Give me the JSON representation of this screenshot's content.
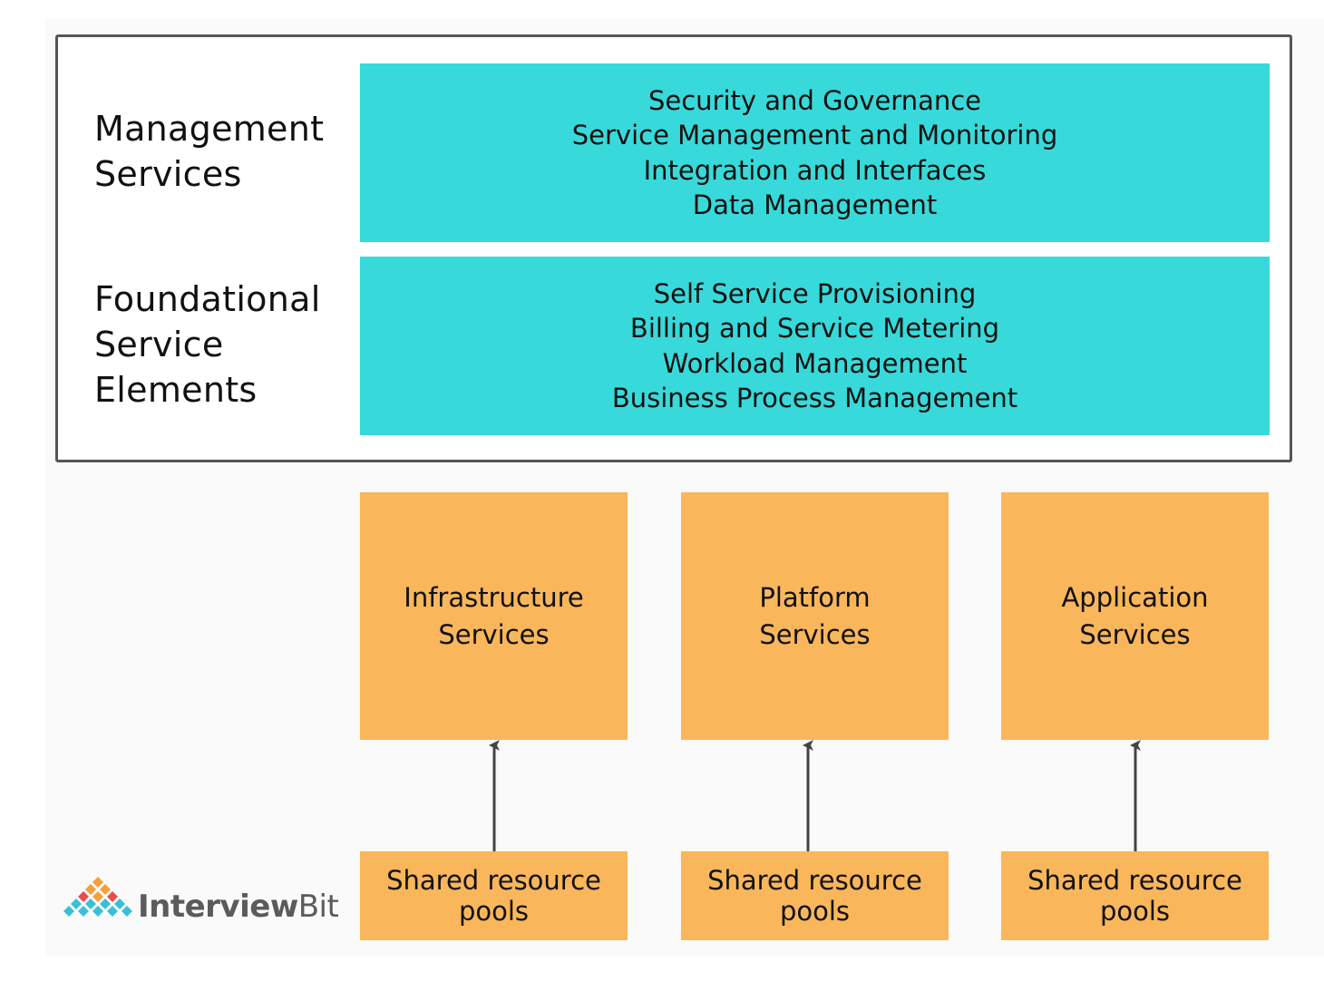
{
  "management": {
    "label": [
      "Management",
      "Services"
    ],
    "items": [
      "Security and Governance",
      "Service Management and Monitoring",
      "Integration and Interfaces",
      "Data Management"
    ]
  },
  "foundational": {
    "label": [
      "Foundational",
      "Service",
      "Elements"
    ],
    "items": [
      "Self Service Provisioning",
      "Billing and Service Metering",
      "Workload Management",
      "Business Process Management"
    ]
  },
  "services": [
    {
      "lines": [
        "Infrastructure",
        "Services"
      ],
      "pool": [
        "Shared resource",
        "pools"
      ]
    },
    {
      "lines": [
        "Platform",
        "Services"
      ],
      "pool": [
        "Shared resource",
        "pools"
      ]
    },
    {
      "lines": [
        "Application",
        "Services"
      ],
      "pool": [
        "Shared resource",
        "pools"
      ]
    }
  ],
  "logo": {
    "part1": "Interview",
    "part2": "Bit"
  },
  "colors": {
    "teal": "#38d9da",
    "orange": "#f9b65a",
    "border": "#555555",
    "arrow": "#444444"
  }
}
